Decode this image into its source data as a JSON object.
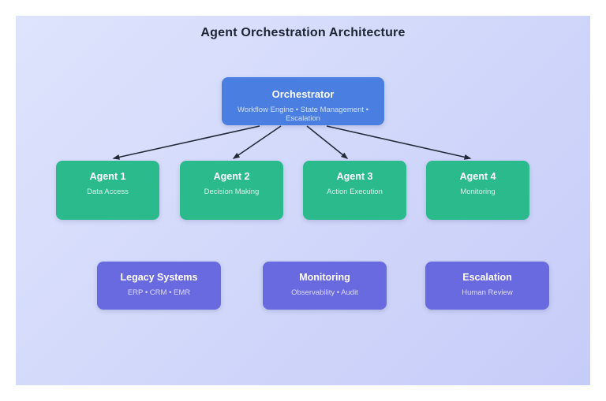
{
  "page": {
    "title": "Agent Orchestration Architecture"
  },
  "palette": {
    "canvas_start": "#dee4fc",
    "canvas_end": "#c6ccf8",
    "orchestrator_fill": "#4a7ee0",
    "agent_fill": "#2aba8c",
    "system_fill": "#6a6ae0",
    "arrow": "#232a3a",
    "title_text": "#1b2433"
  },
  "nodes": {
    "orchestrator": {
      "label": "Orchestrator",
      "sublabel": "Workflow Engine • State Management • Escalation"
    },
    "agents": [
      {
        "label": "Agent 1",
        "sublabel": "Data Access"
      },
      {
        "label": "Agent 2",
        "sublabel": "Decision Making"
      },
      {
        "label": "Agent 3",
        "sublabel": "Action Execution"
      },
      {
        "label": "Agent 4",
        "sublabel": "Monitoring"
      }
    ],
    "systems": [
      {
        "label": "Legacy Systems",
        "sublabel": "ERP • CRM • EMR"
      },
      {
        "label": "Monitoring",
        "sublabel": "Observability • Audit"
      },
      {
        "label": "Escalation",
        "sublabel": "Human Review"
      }
    ]
  },
  "connections": [
    {
      "from": "Orchestrator",
      "to": "Agent 1"
    },
    {
      "from": "Orchestrator",
      "to": "Agent 2"
    },
    {
      "from": "Orchestrator",
      "to": "Agent 3"
    },
    {
      "from": "Orchestrator",
      "to": "Agent 4"
    }
  ]
}
